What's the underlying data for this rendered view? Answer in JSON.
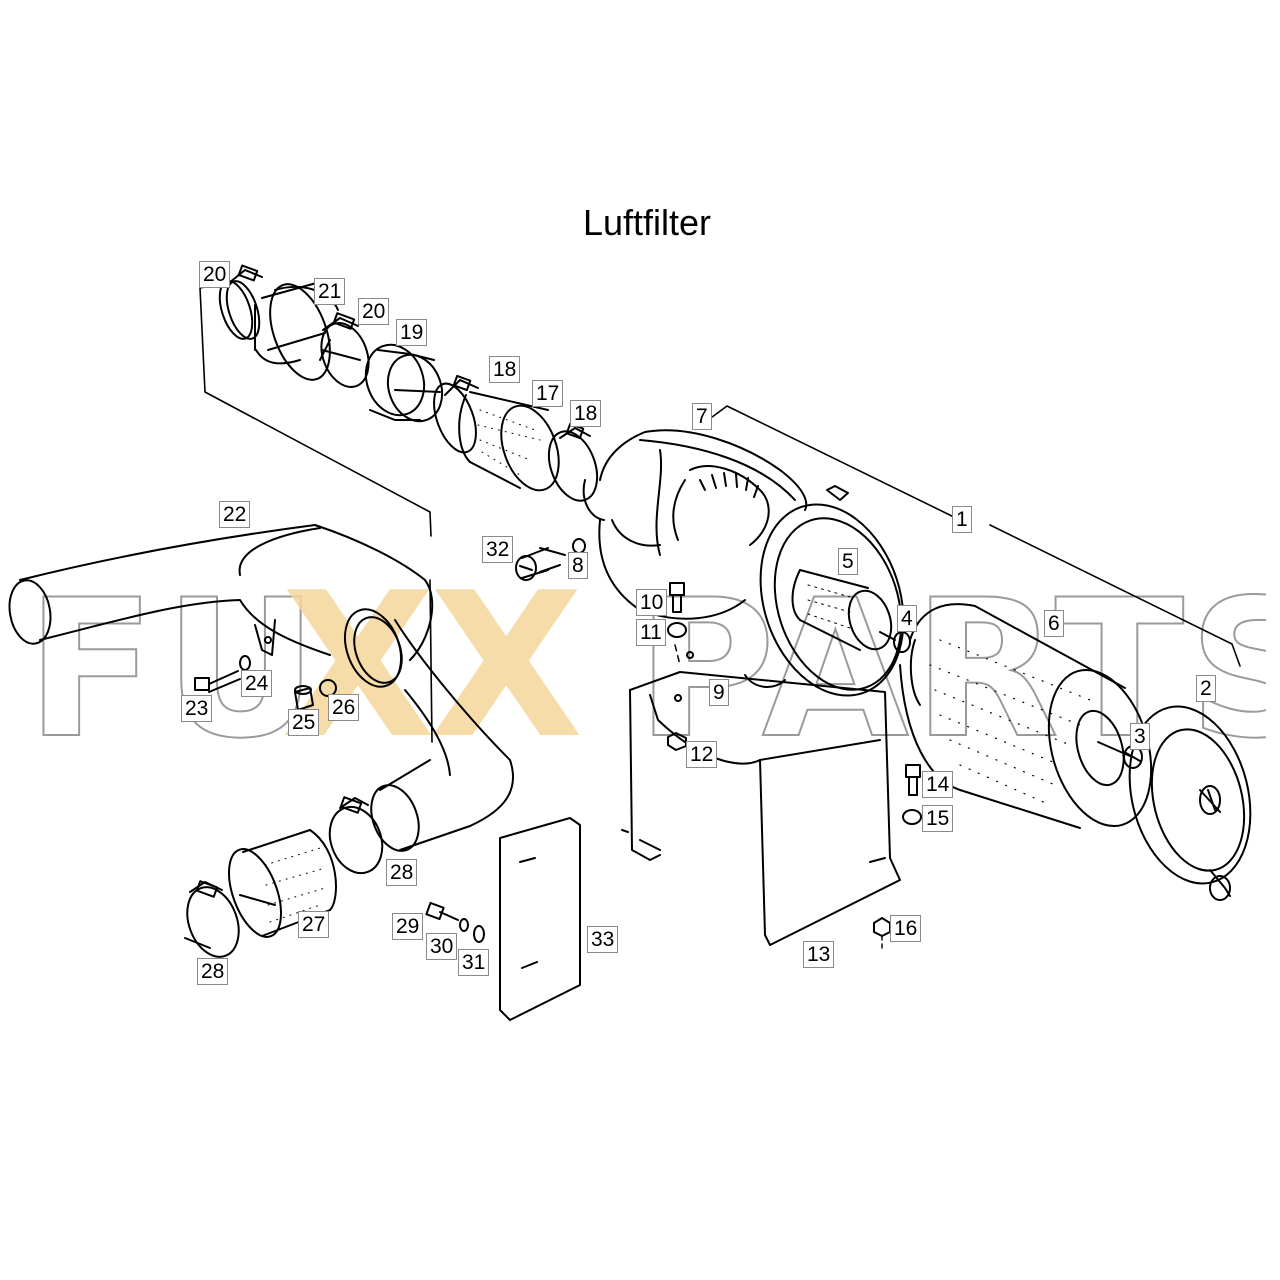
{
  "diagram": {
    "title": "Luftfilter",
    "watermark": {
      "text_left": "FU",
      "text_mid": "XX",
      "text_right": "PARTS",
      "accent_color": "#f3d69a",
      "outline_color": "#9a9a9a"
    },
    "line_color": "#000000",
    "callouts": {
      "c1": "1",
      "c2": "2",
      "c3": "3",
      "c4": "4",
      "c5": "5",
      "c6": "6",
      "c7": "7",
      "c8": "8",
      "c9": "9",
      "c10": "10",
      "c11": "11",
      "c12": "12",
      "c13": "13",
      "c14": "14",
      "c15": "15",
      "c16": "16",
      "c17": "17",
      "c18a": "18",
      "c18b": "18",
      "c19": "19",
      "c20a": "20",
      "c20b": "20",
      "c21": "21",
      "c22": "22",
      "c23": "23",
      "c24": "24",
      "c25": "25",
      "c26": "26",
      "c27": "27",
      "c28a": "28",
      "c28b": "28",
      "c29": "29",
      "c30": "30",
      "c31": "31",
      "c32": "32",
      "c33": "33"
    }
  }
}
